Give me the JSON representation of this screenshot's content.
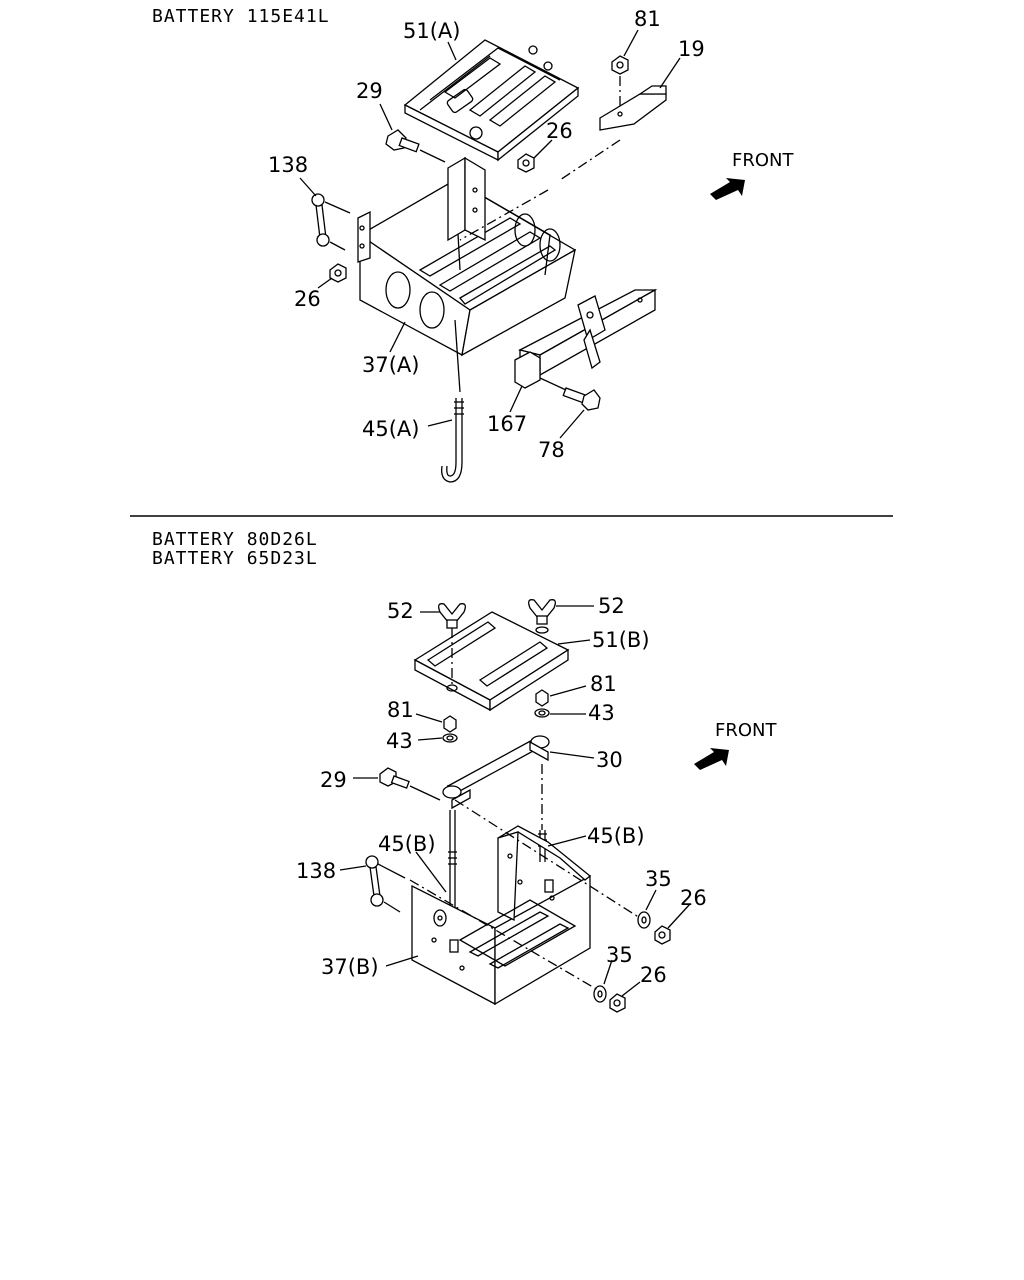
{
  "section_a": {
    "title": "BATTERY 115E41L",
    "labels": {
      "p51a": "51(A)",
      "p81": "81",
      "p19": "19",
      "p29": "29",
      "p26_top": "26",
      "p138": "138",
      "p26_left": "26",
      "p37a": "37(A)",
      "p45a": "45(A)",
      "p167": "167",
      "p78": "78"
    },
    "front": "FRONT"
  },
  "section_b": {
    "title_1": "BATTERY 80D26L",
    "title_2": "BATTERY 65D23L",
    "labels": {
      "p52_left": "52",
      "p52_right": "52",
      "p51b": "51(B)",
      "p81_right": "81",
      "p43_right": "43",
      "p81_left": "81",
      "p43_left": "43",
      "p30": "30",
      "p29": "29",
      "p45b_left": "45(B)",
      "p45b_right": "45(B)",
      "p138": "138",
      "p35_top": "35",
      "p26_top": "26",
      "p37b": "37(B)",
      "p35_bottom": "35",
      "p26_bottom": "26"
    },
    "front": "FRONT"
  }
}
